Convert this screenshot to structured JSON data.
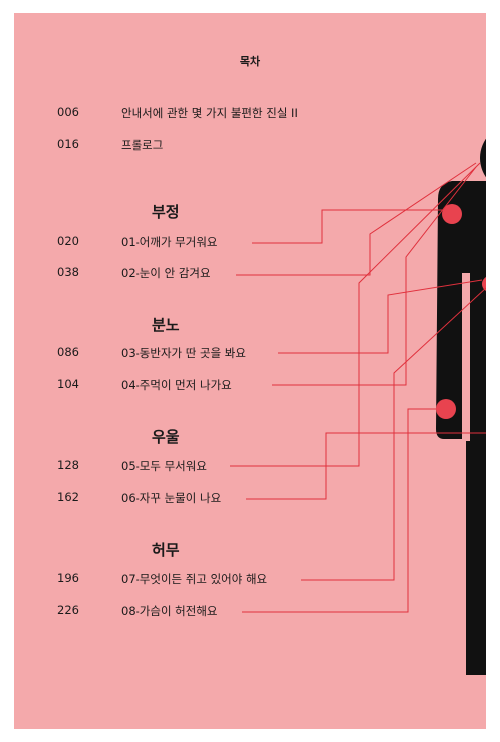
{
  "toc": {
    "title": "목차",
    "front": [
      {
        "page": "006",
        "label": "안내서에 관한 몇 가지 불편한 진실 II"
      },
      {
        "page": "016",
        "label": "프롤로그"
      }
    ],
    "sections": [
      {
        "heading": "부정",
        "chapters": [
          {
            "page": "020",
            "label": "01-어깨가 무거워요"
          },
          {
            "page": "038",
            "label": "02-눈이 안 감겨요"
          }
        ]
      },
      {
        "heading": "분노",
        "chapters": [
          {
            "page": "086",
            "label": "03-동반자가 딴 곳을 봐요"
          },
          {
            "page": "104",
            "label": "04-주먹이 먼저 나가요"
          }
        ]
      },
      {
        "heading": "우울",
        "chapters": [
          {
            "page": "128",
            "label": "05-모두 무서워요"
          },
          {
            "page": "162",
            "label": "06-자꾸 눈물이 나요"
          }
        ]
      },
      {
        "heading": "허무",
        "chapters": [
          {
            "page": "196",
            "label": "07-무엇이든 쥐고 있어야 해요"
          },
          {
            "page": "226",
            "label": "08-가슴이 허전해요"
          }
        ]
      }
    ]
  },
  "colors": {
    "page_background": "#f4a9ab",
    "figure": "#111111",
    "marker": "#e8434f",
    "leader_line": "#e0313d"
  }
}
